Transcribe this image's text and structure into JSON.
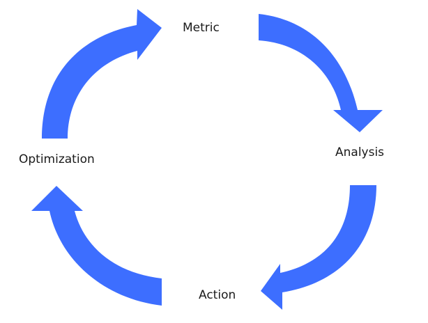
{
  "diagram": {
    "type": "cycle",
    "direction": "clockwise",
    "arrow_color": "#3d6eff",
    "stages": [
      "Metric",
      "Analysis",
      "Action",
      "Optimization"
    ]
  }
}
